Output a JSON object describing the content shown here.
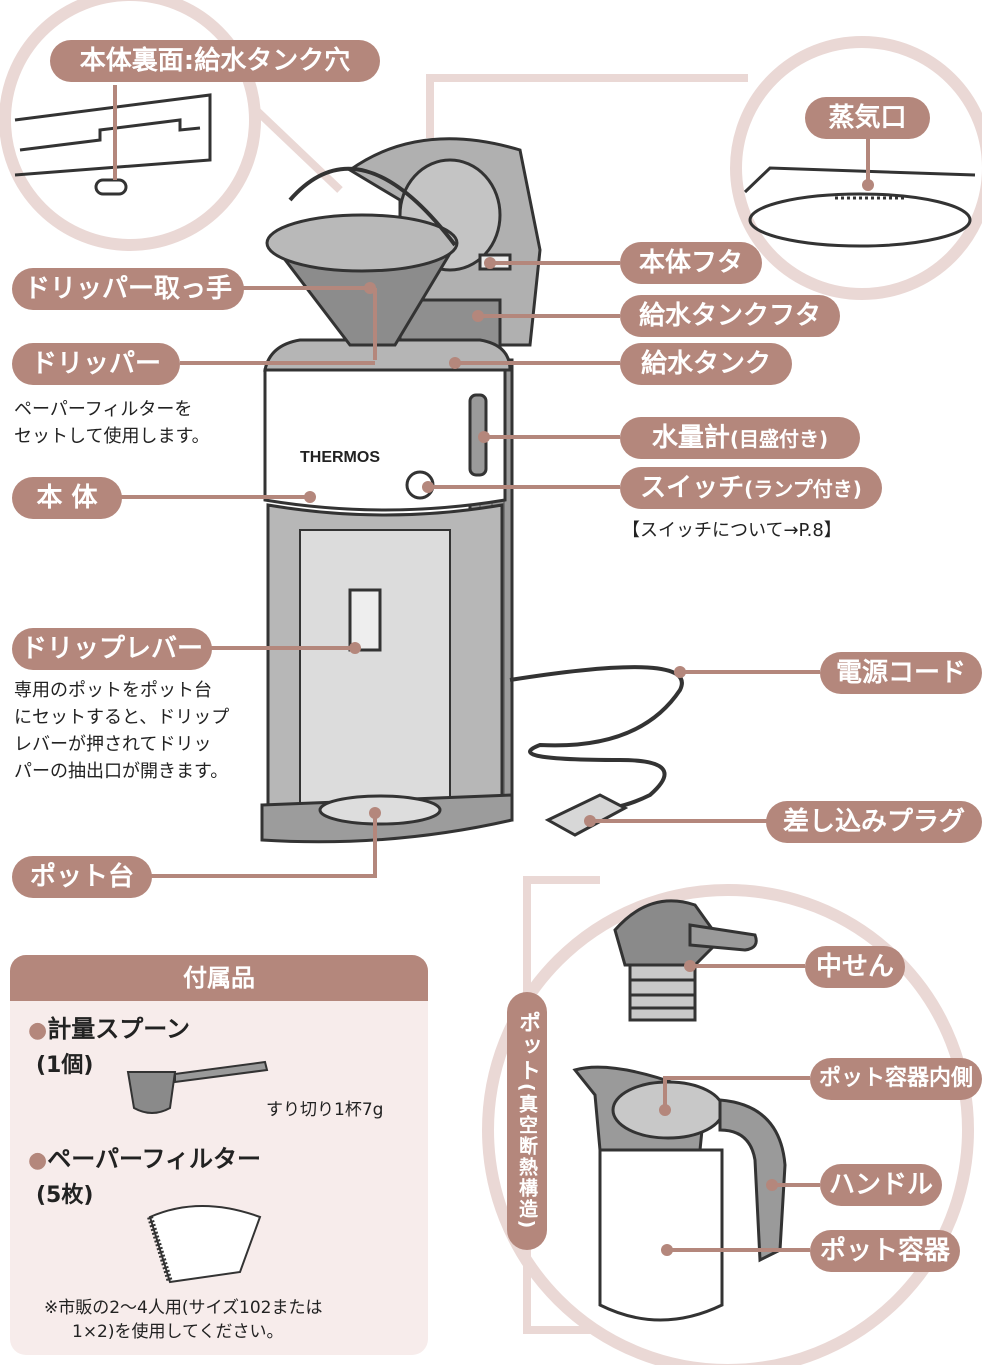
{
  "labels": {
    "back_tank_hole": "本体裏面:給水タンク穴",
    "steam_outlet": "蒸気口",
    "lid": "本体フタ",
    "dripper_handle": "ドリッパー取っ手",
    "tank_lid": "給水タンクフタ",
    "dripper": "ドリッパー",
    "tank": "給水タンク",
    "water_gauge": "水量計",
    "water_gauge_sub": "(目盛付き)",
    "body": "本 体",
    "switch": "スイッチ",
    "switch_sub": "(ランプ付き)",
    "drip_lever": "ドリップレバー",
    "power_cord": "電源コード",
    "plug": "差し込みプラグ",
    "pot_stand": "ポット台",
    "stopper": "中せん",
    "pot_inner": "ポット容器内側",
    "handle": "ハンドル",
    "pot_body": "ポット容器",
    "pot": "ポット",
    "pot_sub": "(真空断熱構造)",
    "brand": "THERMOS"
  },
  "notes": {
    "dripper_note_1": "ペーパーフィルターを",
    "dripper_note_2": "セットして使用します。",
    "switch_ref": "【スイッチについて→P.8】",
    "lever_note_1": "専用のポットをポット台",
    "lever_note_2": "にセットすると、ドリップ",
    "lever_note_3": "レバーが押されてドリッ",
    "lever_note_4": "パーの抽出口が開きます。"
  },
  "accessories": {
    "title": "付属品",
    "spoon": "計量スプーン",
    "spoon_qty": "(1個)",
    "spoon_note": "すり切り1杯7g",
    "filter": "ペーパーフィルター",
    "filter_qty": "(5枚)",
    "filter_note_1": "※市販の2〜4人用(サイズ102または",
    "filter_note_2": "1×2)を使用してください。"
  },
  "colors": {
    "accent": "#b4877c",
    "circle_bg": "#f3e7e5",
    "box_bg": "#f7eceb",
    "line_gray": "#444444",
    "fill_gray": "#a9a9a9"
  }
}
